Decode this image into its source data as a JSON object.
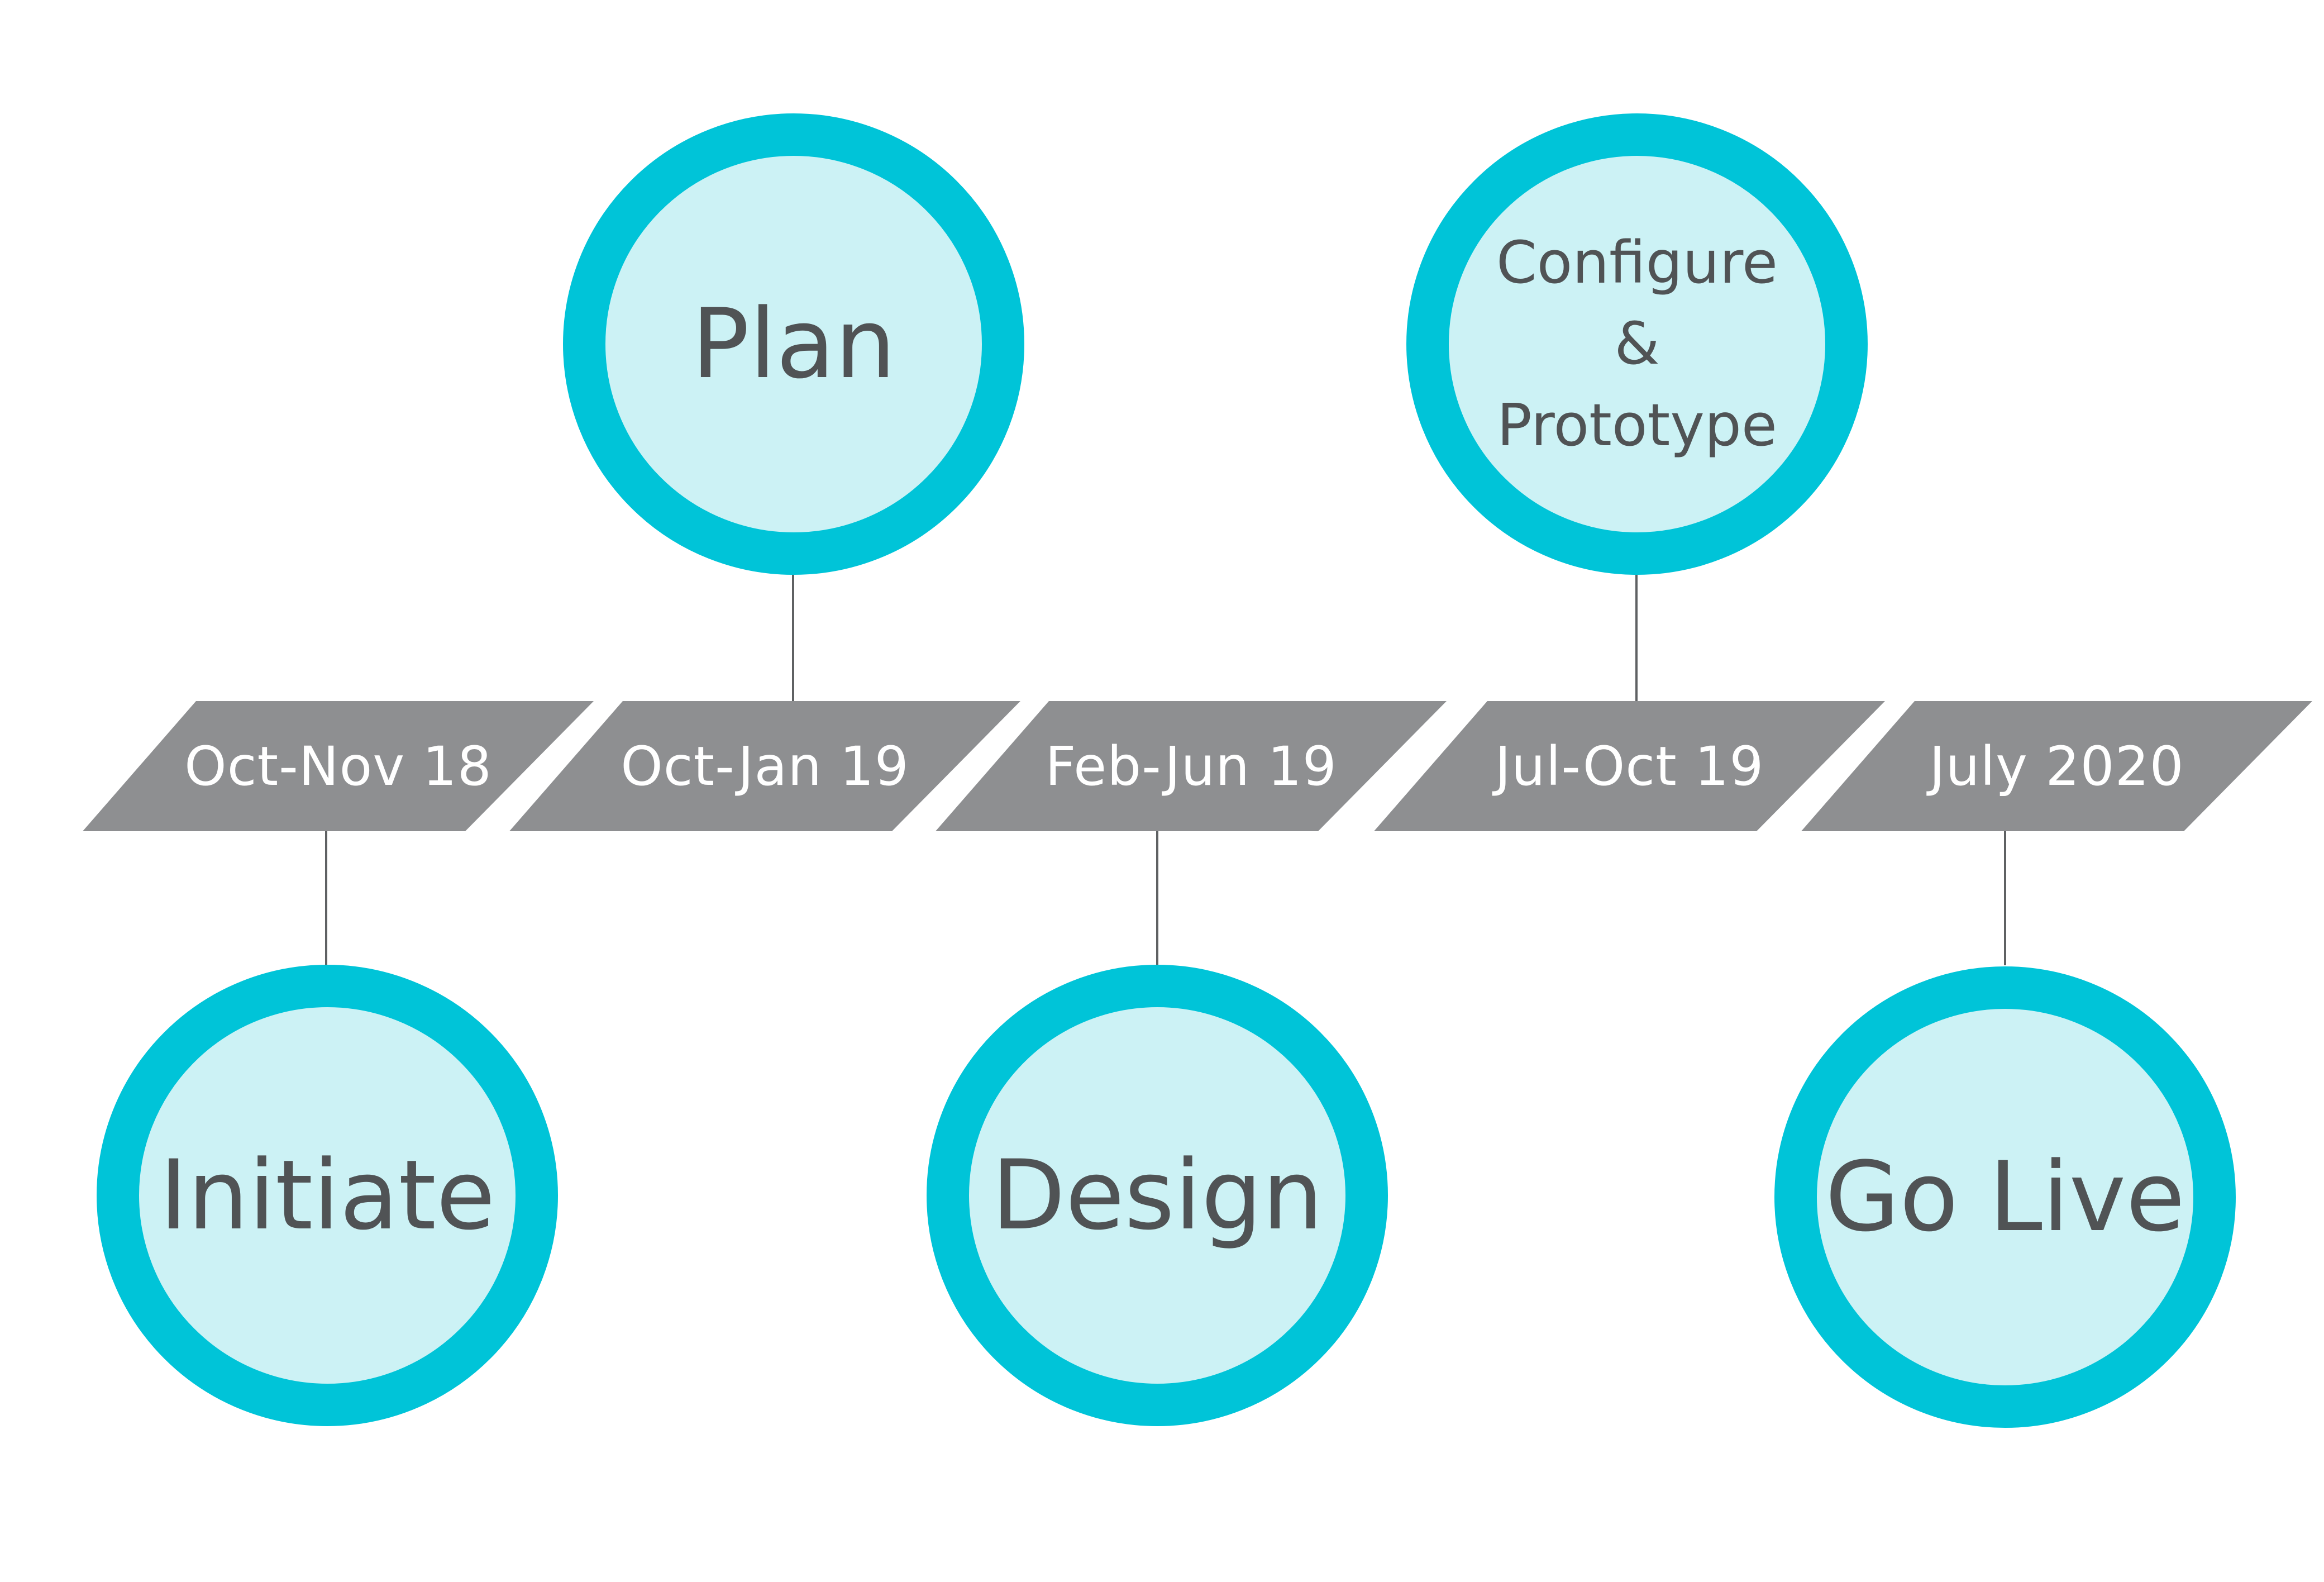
{
  "colors": {
    "ring": "#00c4d8",
    "fill": "#ccf2f5",
    "band": "#8e8f91",
    "band_text": "#ffffff",
    "milestone_text": "#505355",
    "connector": "#5f6163"
  },
  "timeline": [
    {
      "date": "Oct-Nov 18"
    },
    {
      "date": "Oct-Jan 19"
    },
    {
      "date": "Feb-Jun 19"
    },
    {
      "date": "Jul-Oct 19"
    },
    {
      "date": "July 2020"
    }
  ],
  "milestones": [
    {
      "label": "Initiate",
      "lines": [],
      "position": "below"
    },
    {
      "label": "Plan",
      "lines": [],
      "position": "above"
    },
    {
      "label": "Design",
      "lines": [],
      "position": "below"
    },
    {
      "label": "",
      "lines": [
        "Configure",
        "&",
        "Prototype"
      ],
      "position": "above"
    },
    {
      "label": "Go Live",
      "lines": [],
      "position": "below"
    }
  ]
}
